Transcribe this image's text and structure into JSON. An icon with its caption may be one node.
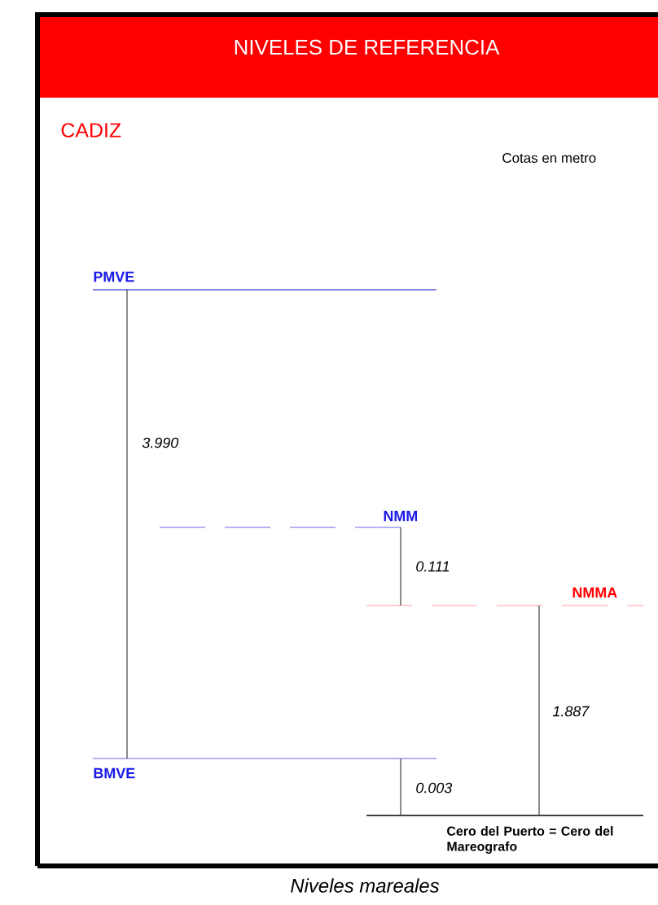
{
  "diagram": {
    "title": "NIVELES DE REFERENCIA",
    "caption": "Niveles mareales",
    "labels": [
      "CADIZ",
      "Cotas en metro",
      "PMVE",
      "3.990",
      "NMM",
      "0.111",
      "NMMA",
      "1.887",
      "BMVE",
      "0.003",
      "Cero del Puerto = Cero del Mareografo"
    ]
  }
}
